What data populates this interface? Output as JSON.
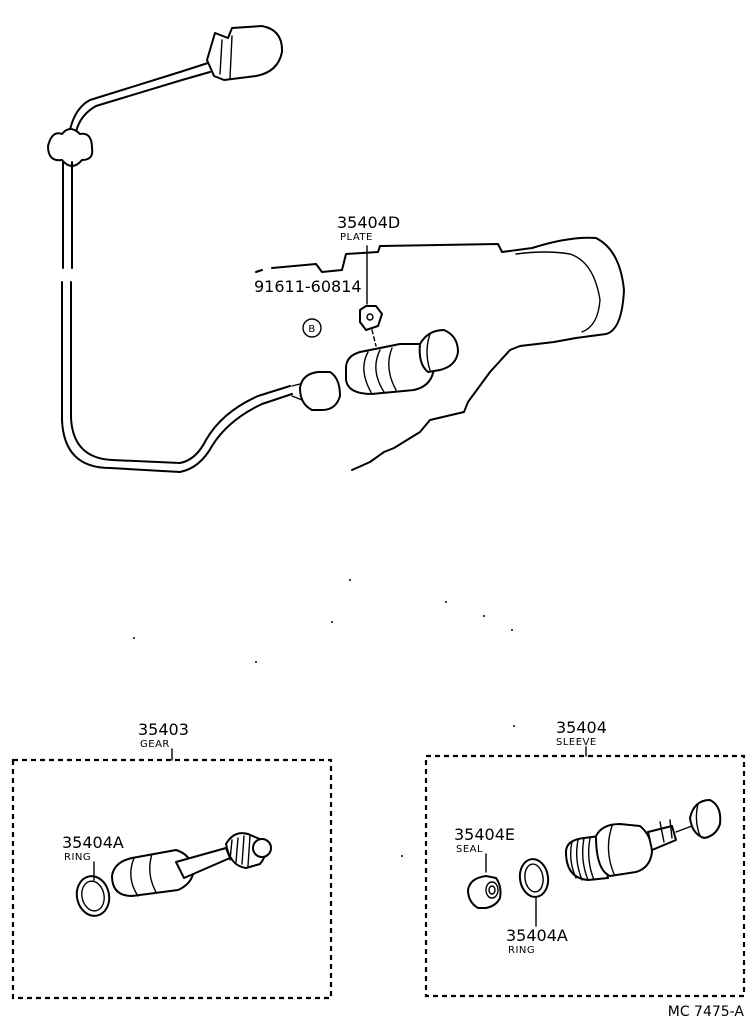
{
  "parts": {
    "plate": {
      "number": "35404D",
      "name": "PLATE"
    },
    "bolt": {
      "number": "91611-60814",
      "marker": "B"
    },
    "gear": {
      "number": "35403",
      "name": "GEAR"
    },
    "gear_ring": {
      "number": "35404A",
      "name": "RING"
    },
    "sleeve": {
      "number": "35404",
      "name": "SLEEVE"
    },
    "seal": {
      "number": "35404E",
      "name": "SEAL"
    },
    "sleeve_ring": {
      "number": "35404A",
      "name": "RING"
    }
  },
  "diagram_code": "MC 7475-A"
}
